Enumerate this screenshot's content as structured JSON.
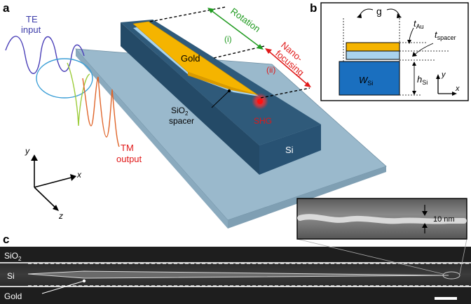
{
  "panel_a": {
    "letter": "a",
    "te": [
      "TE",
      "input"
    ],
    "tm": [
      "TM",
      "output"
    ],
    "rotation": "Rotation",
    "step_i": "(i)",
    "step_ii": "(ii)",
    "nano": [
      "Nano-",
      "focusing"
    ],
    "gold": "Gold",
    "si": "Si",
    "sio2": "SiO",
    "sio2_sub": "2",
    "spacer": "spacer",
    "shg": "SHG",
    "axes": {
      "x": "x",
      "y": "y",
      "z": "z"
    }
  },
  "panel_b": {
    "letter": "b",
    "g": "g",
    "t_au": "t",
    "t_au_sub": "Au",
    "t_spacer": "t",
    "t_spacer_sub": "spacer",
    "w_si": "W",
    "w_si_sub": "Si",
    "h_si": "h",
    "h_si_sub": "Si",
    "axes": {
      "x": "x",
      "y": "y"
    }
  },
  "panel_c": {
    "letter": "c",
    "sio2": "SiO",
    "sio2_sub": "2",
    "si": "Si",
    "gold": "Gold",
    "scale_inset": "10 nm"
  },
  "colors": {
    "substrate": "#9ab9cc",
    "waveguide_top": "#2f5a7a",
    "waveguide_side": "#27506e",
    "gold": "#f5b400",
    "spacer": "#a9d3ee",
    "green": "#1f9a1f",
    "red": "#e01818",
    "te_blue": "#3a3aa8",
    "si_blue": "#1a6fbf"
  }
}
